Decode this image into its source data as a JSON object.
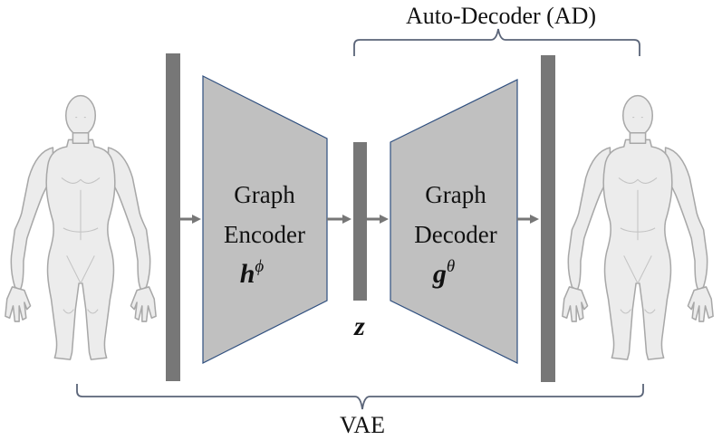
{
  "top_label": "Auto-Decoder (AD)",
  "bottom_label": "VAE",
  "encoder": {
    "line1": "Graph",
    "line2": "Encoder",
    "symbol": "h",
    "superscript": "ϕ"
  },
  "decoder": {
    "line1": "Graph",
    "line2": "Decoder",
    "symbol": "g",
    "superscript": "θ"
  },
  "latent": {
    "symbol": "z"
  },
  "input_mesh": {
    "icon": "human-body-mesh-icon"
  },
  "output_mesh": {
    "icon": "human-body-mesh-icon"
  },
  "colors": {
    "bar": "#777777",
    "trapezoid_fill": "#c0c0c0",
    "trapezoid_stroke": "#2f4f7f",
    "bracket": "#5a6478",
    "arrow": "#777777",
    "body_fill": "#ececec",
    "body_stroke": "#a8a8a8"
  }
}
